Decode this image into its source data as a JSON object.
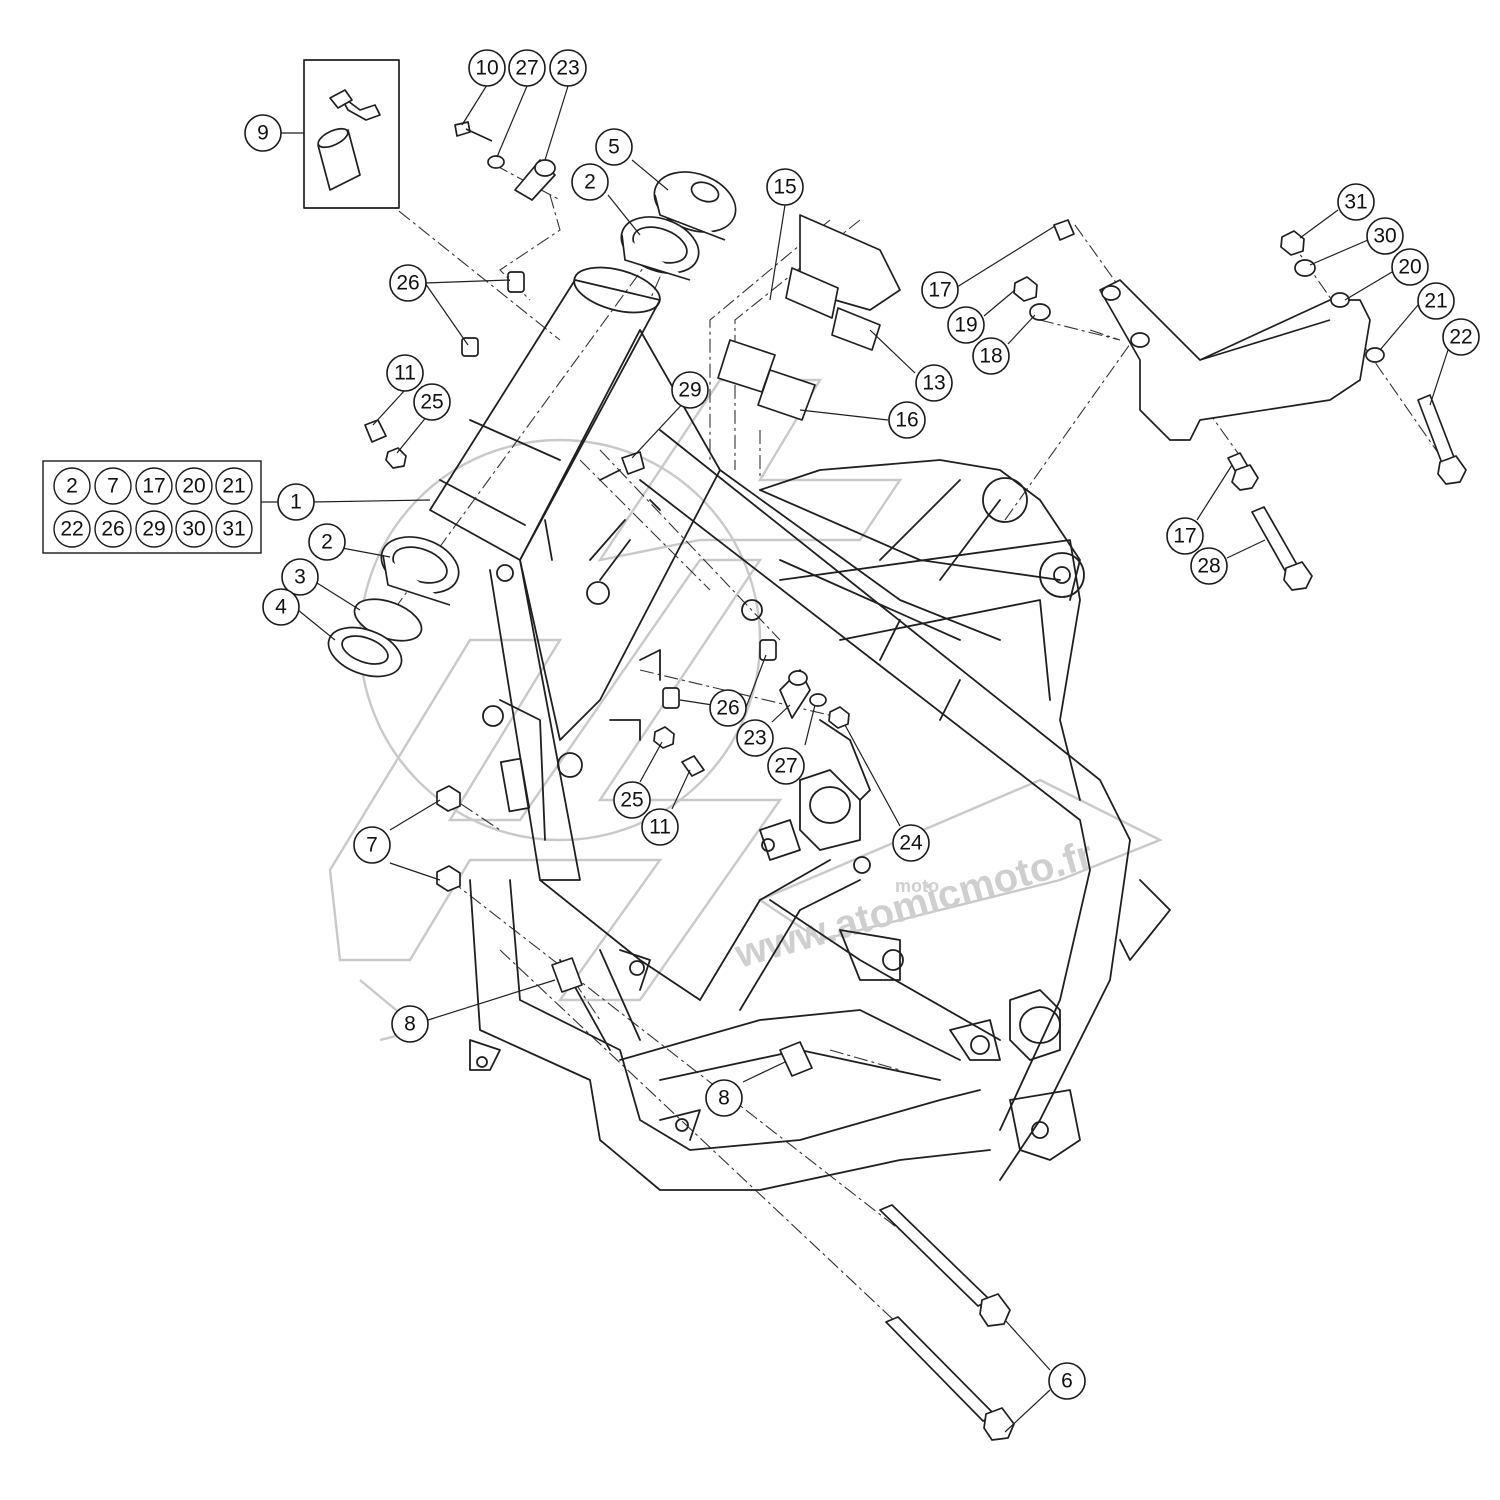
{
  "watermark": {
    "brand": "moto",
    "url": "www.atomicmoto.fr"
  },
  "kit_box": {
    "label": "1",
    "items": [
      "2",
      "7",
      "17",
      "20",
      "21",
      "22",
      "26",
      "29",
      "30",
      "31"
    ]
  },
  "callouts": {
    "c1": "1",
    "c2a": "2",
    "c2b": "2",
    "c3": "3",
    "c4": "4",
    "c5": "5",
    "c6": "6",
    "c7a": "7",
    "c7b": "7",
    "c8a": "8",
    "c8b": "8",
    "c9": "9",
    "c10": "10",
    "c11a": "11",
    "c11b": "11",
    "c13": "13",
    "c15": "15",
    "c16": "16",
    "c17a": "17",
    "c17b": "17",
    "c18": "18",
    "c19": "19",
    "c20": "20",
    "c21": "21",
    "c22": "22",
    "c23a": "23",
    "c23b": "23",
    "c24": "24",
    "c25a": "25",
    "c25b": "25",
    "c26a": "26",
    "c26b": "26",
    "c27a": "27",
    "c27b": "27",
    "c28": "28",
    "c29": "29",
    "c30": "30",
    "c31": "31"
  },
  "colors": {
    "line": "#1f1f1f",
    "watermark": "#c9c9c9",
    "background": "#ffffff"
  }
}
